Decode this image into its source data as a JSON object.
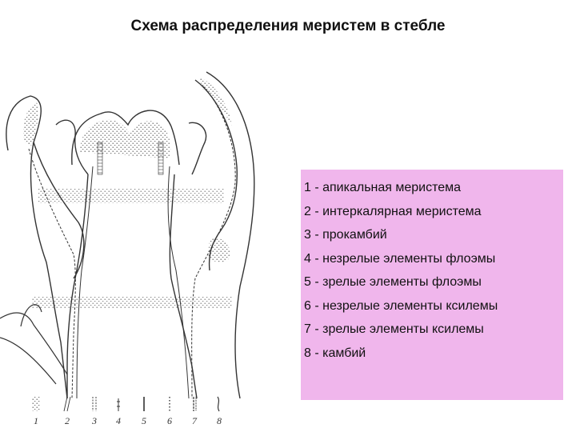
{
  "title": "Схема распределения меристем в стебле",
  "legend": [
    "1 - апикальная меристема",
    "2 - интеркалярная меристема",
    "3 - прокамбий",
    "4 - незрелые элементы флоэмы",
    "5 - зрелые элементы флоэмы",
    "6 - незрелые элементы ксилемы",
    "7 - зрелые элементы ксилемы",
    "8 - камбий"
  ],
  "key_numbers": [
    "1",
    "2",
    "3",
    "4",
    "5",
    "6",
    "7",
    "8"
  ],
  "colors": {
    "legend_bg": "#f0b6ec",
    "ink": "#333333"
  }
}
